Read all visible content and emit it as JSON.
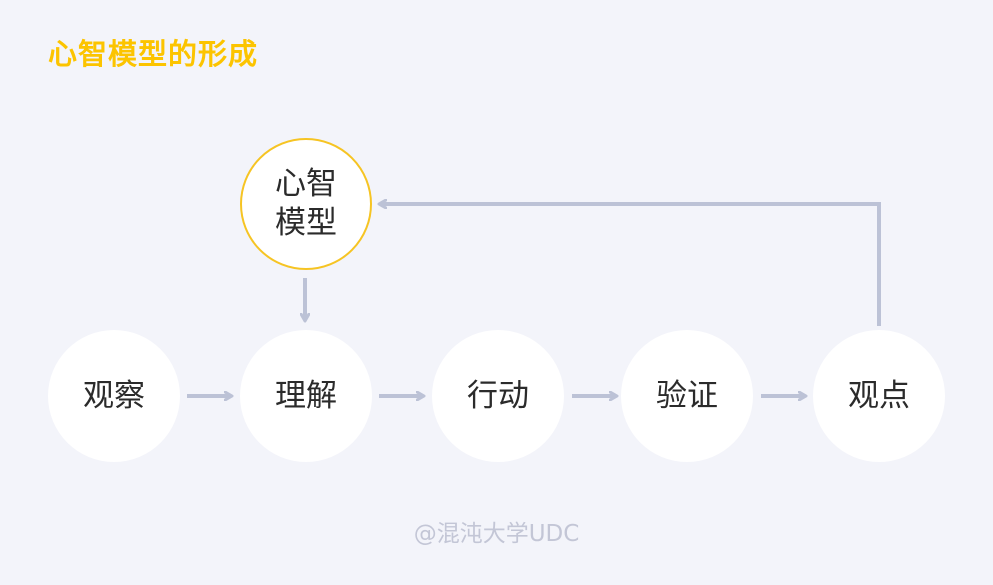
{
  "title": "心智模型的形成",
  "watermark": "@混沌大学UDC",
  "colors": {
    "background": "#f3f4fa",
    "title": "#fcc400",
    "node_fill": "#ffffff",
    "highlight_border": "#f6c423",
    "arrow": "#bcc2d6",
    "node_text": "#2b2b2b",
    "watermark": "#c3c6d6"
  },
  "nodes": {
    "mental_model": "心智模型",
    "observe": "观察",
    "understand": "理解",
    "act": "行动",
    "verify": "验证",
    "viewpoint": "观点"
  },
  "edges": [
    {
      "from": "observe",
      "to": "understand"
    },
    {
      "from": "understand",
      "to": "act"
    },
    {
      "from": "act",
      "to": "verify"
    },
    {
      "from": "verify",
      "to": "viewpoint"
    },
    {
      "from": "viewpoint",
      "to": "mental_model"
    },
    {
      "from": "mental_model",
      "to": "understand"
    }
  ]
}
